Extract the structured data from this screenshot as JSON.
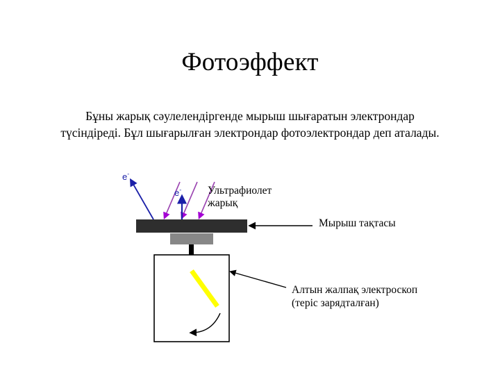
{
  "slide": {
    "title": "Фотоэффект",
    "paragraph": "Бұны жарық сәулелендіргенде мырыш шығаратын электрондар түсіндіреді. Бұл шығарылған электрондар фотоэлектрондар деп аталады."
  },
  "diagram": {
    "name": "photoelectric-effect-diagram",
    "labels": {
      "electron_left": "e",
      "electron_left_charge": "-",
      "electron_center": "e",
      "electron_center_charge": "-",
      "uv_light_line1": "Ультрафиолет",
      "uv_light_line2": "жарық",
      "zinc_plate": "Мырыш тақтасы",
      "electroscope_line1": "Алтын жалпақ электроскоп",
      "electroscope_line2": "(теріс зарядталған)"
    },
    "colors": {
      "zinc_plate": "#2e2e2e",
      "connector_block": "#878787",
      "rod": "#000000",
      "gold_leaf": "#ffff00",
      "electron_arrow": "#1b20a8",
      "uv_ray_line": "#9a43b0",
      "uv_ray_head": "#a400d4",
      "pointer_arrow": "#000000",
      "box_outline": "#000000",
      "background": "#ffffff"
    },
    "parts": {
      "zinc_plate": "zinc-plate",
      "connector_block": "connector-block",
      "rod": "electroscope-rod",
      "gold_leaf": "gold-leaf",
      "electroscope_case": "electroscope-case",
      "uv_rays_count": 3,
      "emitted_electron_arrows": 2,
      "leaf_motion_arrow": "leaf-motion-arrow"
    }
  }
}
